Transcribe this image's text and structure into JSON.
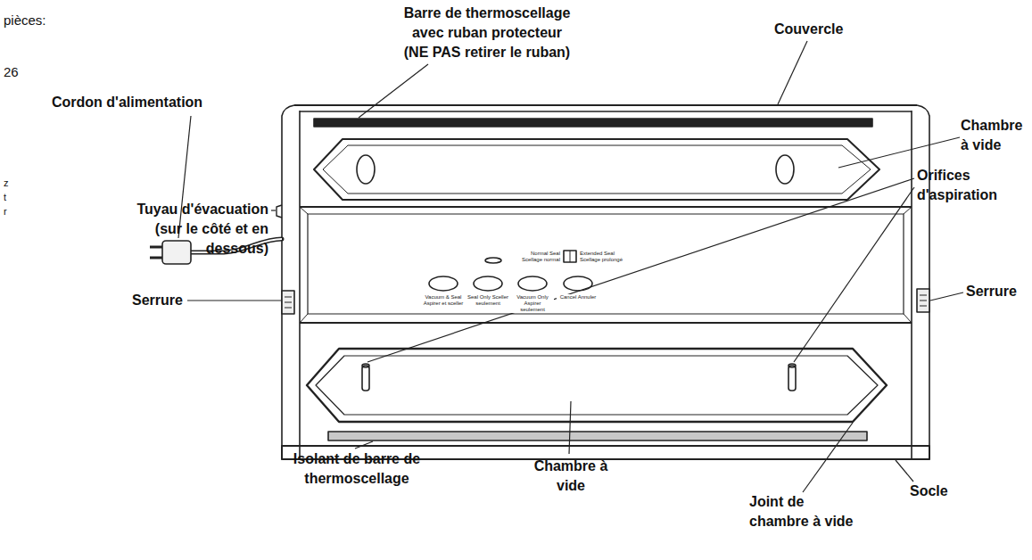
{
  "diagram": {
    "labels": [
      "pièces:",
      "26",
      "z",
      "t",
      "r",
      "Barre de thermoscellage avec ruban protecteur (NE PAS retirer le ruban)",
      "Couvercle",
      "Chambre à vide",
      "Cordon d'alimentation",
      "Orifices d'aspiration",
      "Tuyau d'évacuation (sur le côté et en dessous)",
      "Serrure",
      "Serrure",
      "Isolant de barre de thermoscellage",
      "Chambre à vide",
      "Joint de chambre à vide",
      "Socle",
      "Normal Seal Scellage normal",
      "Extended Seal Scellage prolongé",
      "Vacuum & Seal Aspirer et sceller",
      "Seal Only Sceller seulement",
      "Vacuum Only Aspirer seulement",
      "Cancel Annuler"
    ]
  }
}
